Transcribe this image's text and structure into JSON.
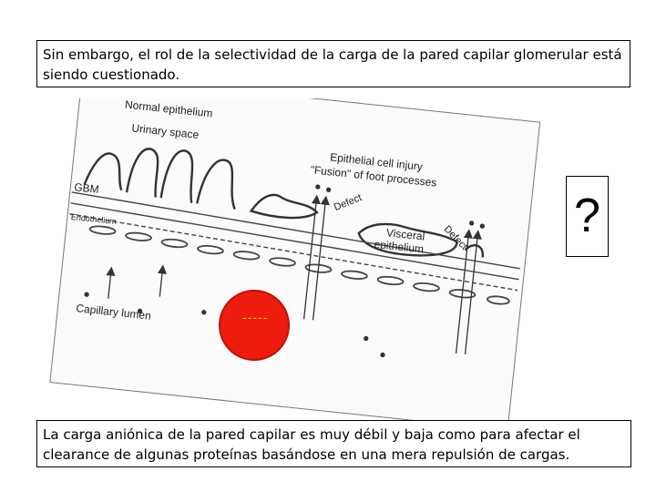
{
  "top_text": "Sin embargo, el rol de la selectividad de la carga de la pared capilar glomerular  está siendo cuestionado.",
  "bottom_text": "La carga aniónica de la pared capilar es muy débil y baja como para afectar el clearance de algunas proteínas basándose en una mera repulsión de cargas.",
  "question_mark": "?",
  "charge_symbol": "-----",
  "diagram_labels": {
    "normal_epithelium": "Normal epithelium",
    "urinary_space": "Urinary space",
    "epithelial_injury_1": "Epithelial cell injury",
    "epithelial_injury_2": "\"Fusion\" of foot processes",
    "defect_1": "Defect",
    "defect_2": "Defect",
    "visceral_1": "Visceral",
    "visceral_2": "epithelium",
    "gbm": "GBM",
    "endothelium": "Endothelium",
    "capillary_lumen": "Capillary lumen"
  },
  "colors": {
    "charge_circle": "#ee1c0f",
    "charge_text": "#f7d000"
  }
}
